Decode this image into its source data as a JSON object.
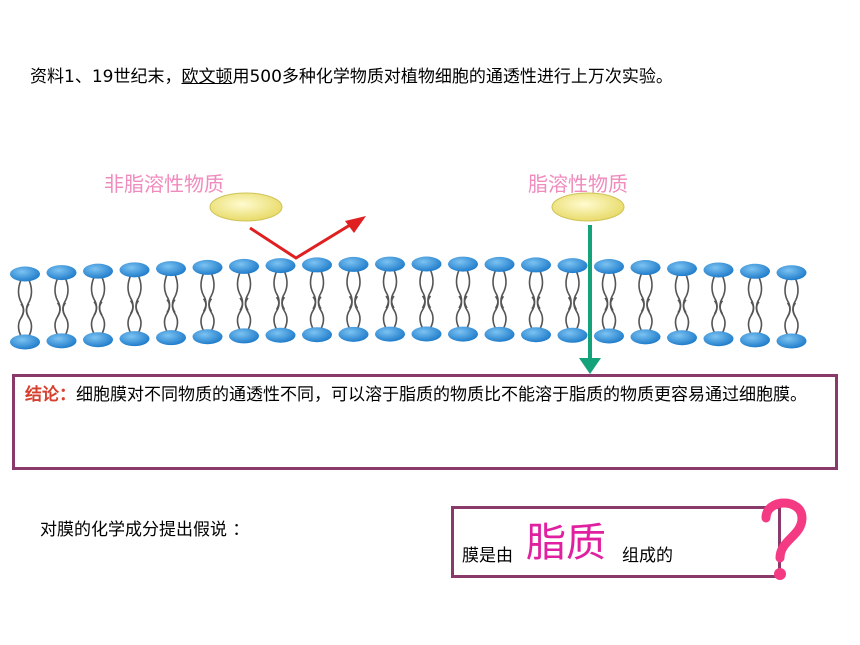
{
  "intro": {
    "part1": "资料1、19世纪末，",
    "person": "欧文顿",
    "part2": "用500多种化学物质对植物细胞的通透性进行上万次实验。"
  },
  "diagram": {
    "label_nonlipid": "非脂溶性物质",
    "label_lipid": "脂溶性物质",
    "colors": {
      "head": "#2b8ed8",
      "particle": "#f2e98a",
      "arrow_reject": "#e02020",
      "arrow_pass": "#13a27a"
    }
  },
  "conclusion": {
    "key": "结论：",
    "text": "细胞膜对不同物质的通透性不同，可以溶于脂质的物质比不能溶于脂质的物质更容易通过细胞膜。"
  },
  "hypothesis": {
    "prompt": "对膜的化学成分提出假说 ：",
    "pre": "膜是由",
    "key": "脂质",
    "post": "组成的",
    "mark": "?"
  }
}
